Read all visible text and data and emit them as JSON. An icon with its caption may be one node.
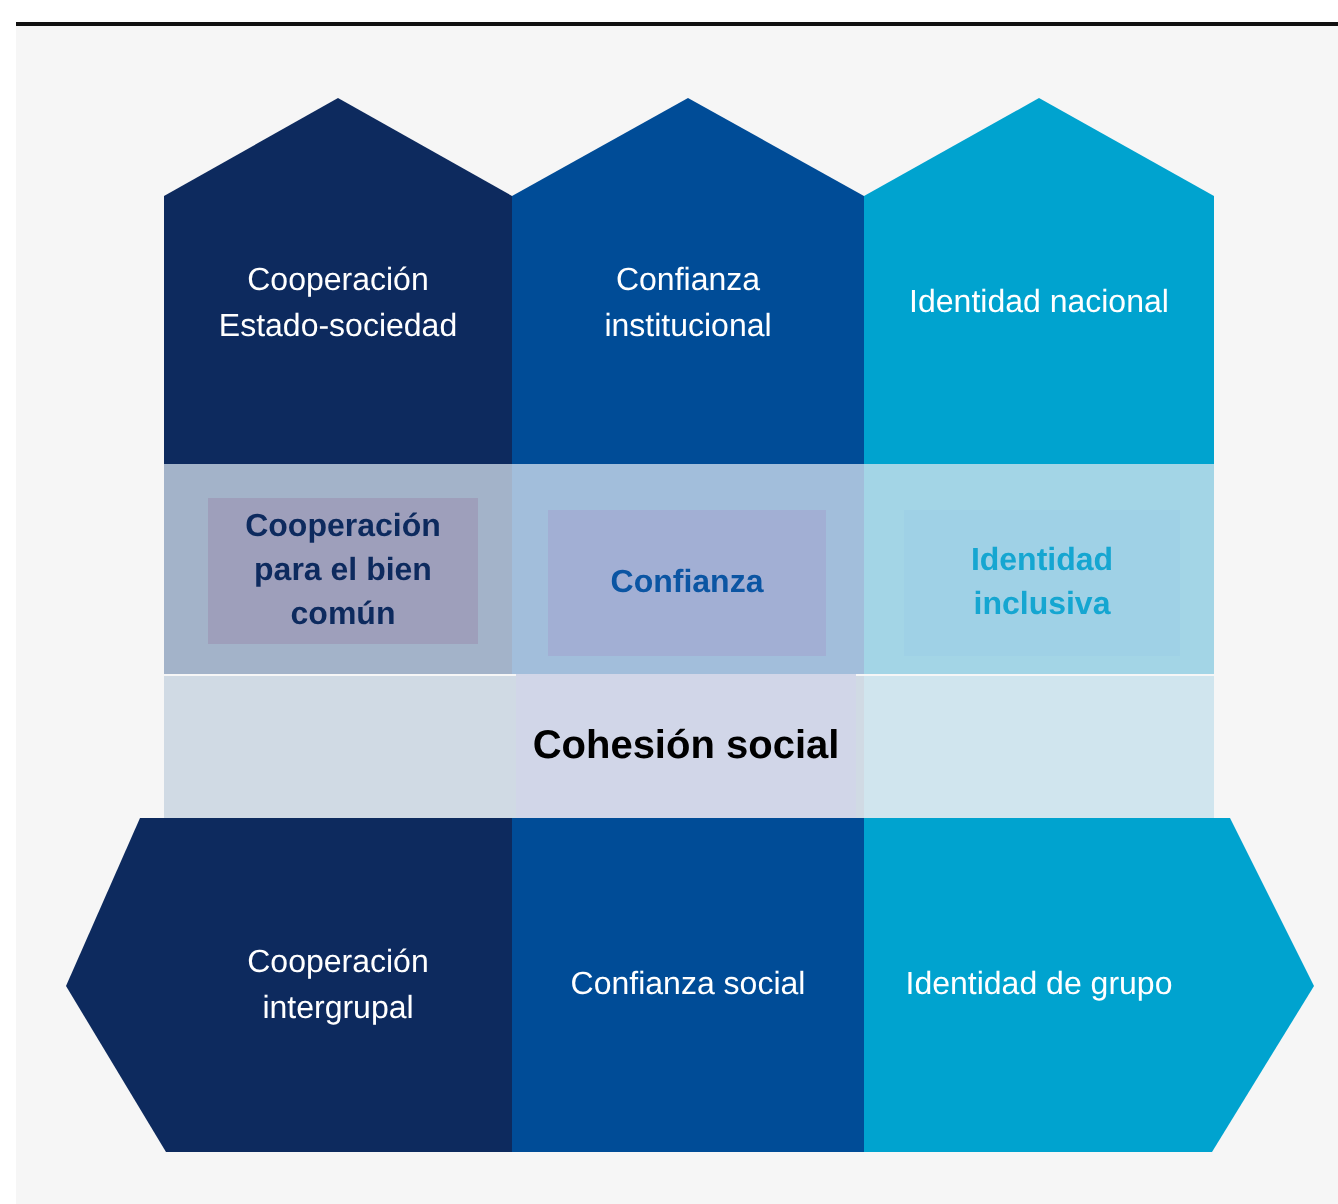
{
  "diagram": {
    "nodes": [
      {
        "text": [
          "Cooperación Estado-sociedad"
        ]
      },
      {
        "text": [
          "Confianza institucional"
        ]
      },
      {
        "text": [
          "Identidad nacional"
        ]
      },
      {
        "text": [
          "Cooperación para el bien común"
        ]
      },
      {
        "text": [
          "Confianza"
        ]
      },
      {
        "text": [
          "Identidad inclusiva"
        ]
      },
      {
        "text": [
          "Cohesión social"
        ]
      },
      {
        "text": [
          "Cooperación intergrupal"
        ]
      },
      {
        "text": [
          "Confianza social"
        ]
      },
      {
        "text": [
          "Identidad de grupo"
        ]
      }
    ]
  }
}
